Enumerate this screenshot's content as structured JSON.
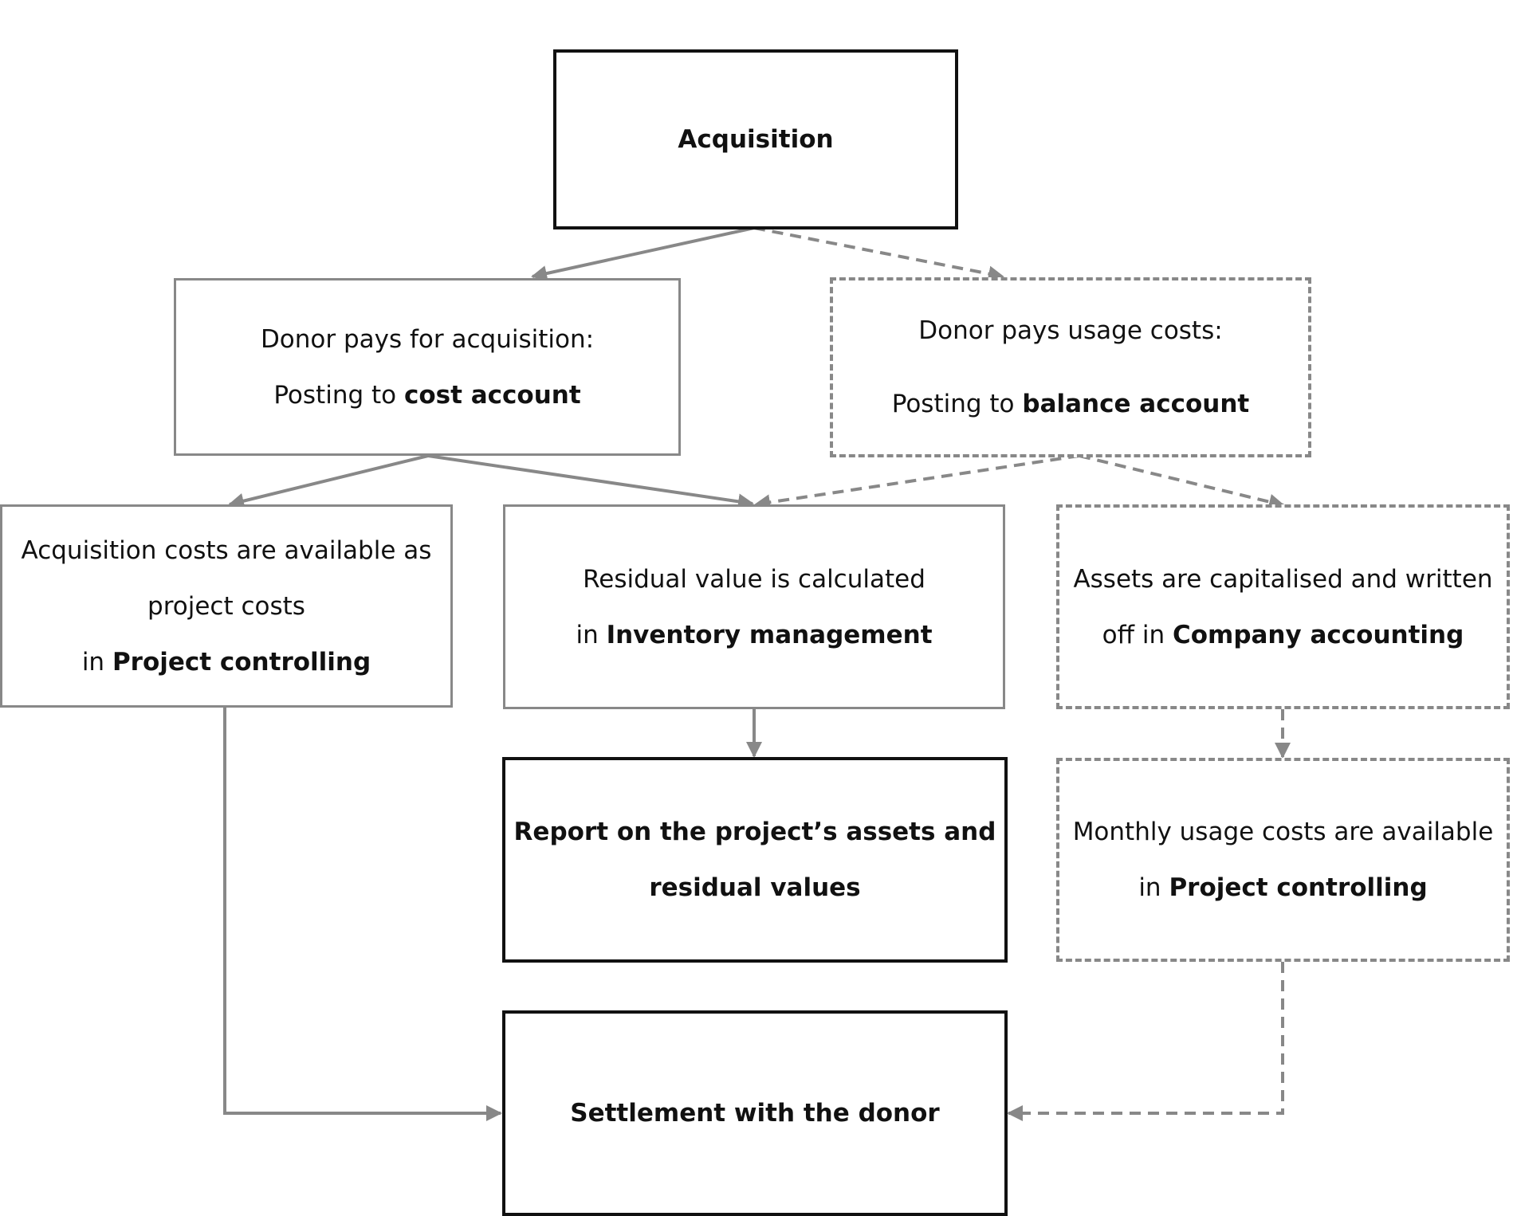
{
  "nodes": {
    "acquisition": {
      "title": "Acquisition"
    },
    "donor_acquisition": {
      "line1": "Donor pays for acquisition:",
      "line2_prefix": "Posting to ",
      "line2_bold": "cost account"
    },
    "donor_usage": {
      "line1": "Donor pays usage costs:",
      "line2_prefix": "Posting to ",
      "line2_bold": "balance account"
    },
    "acq_costs": {
      "line1": "Acquisition costs are available as",
      "line2": "project costs",
      "line3_prefix": "in ",
      "line3_bold": "Project controlling"
    },
    "residual": {
      "line1": "Residual value is calculated",
      "line2_prefix": "in ",
      "line2_bold": "Inventory management"
    },
    "capitalised": {
      "line1": "Assets are capitalised and written",
      "line2_prefix": "off in ",
      "line2_bold": "Company accounting"
    },
    "report": {
      "line1": "Report on the project’s assets and",
      "line2": "residual values"
    },
    "monthly": {
      "line1": "Monthly usage costs are available",
      "line2_prefix": "in ",
      "line2_bold": "Project controlling"
    },
    "settlement": {
      "title": "Settlement with the donor"
    }
  },
  "colors": {
    "connector": "#888888",
    "strong_border": "#111111",
    "text": "#111111"
  }
}
